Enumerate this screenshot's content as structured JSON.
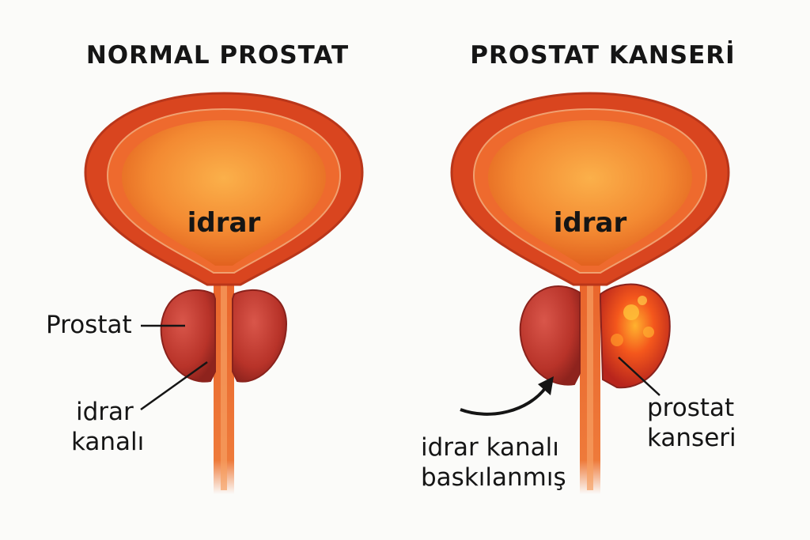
{
  "panels": [
    {
      "title": "NORMAL PROSTAT",
      "bladder_label": "idrar",
      "labels": {
        "prostate": "Prostat",
        "urethra_line1": "idrar",
        "urethra_line2": "kanalı"
      }
    },
    {
      "title": "PROSTAT KANSERİ",
      "bladder_label": "idrar",
      "labels": {
        "urethra_line1": "idrar kanalı",
        "urethra_line2": "baskılanmış",
        "cancer_line1": "prostat",
        "cancer_line2": "kanseri"
      }
    }
  ],
  "colors": {
    "bladder_outer": "#e04a22",
    "bladder_inner": "#f4892e",
    "prostate": "#c13a2c",
    "tumor": "#f2561a",
    "urethra": "#e9642b"
  }
}
